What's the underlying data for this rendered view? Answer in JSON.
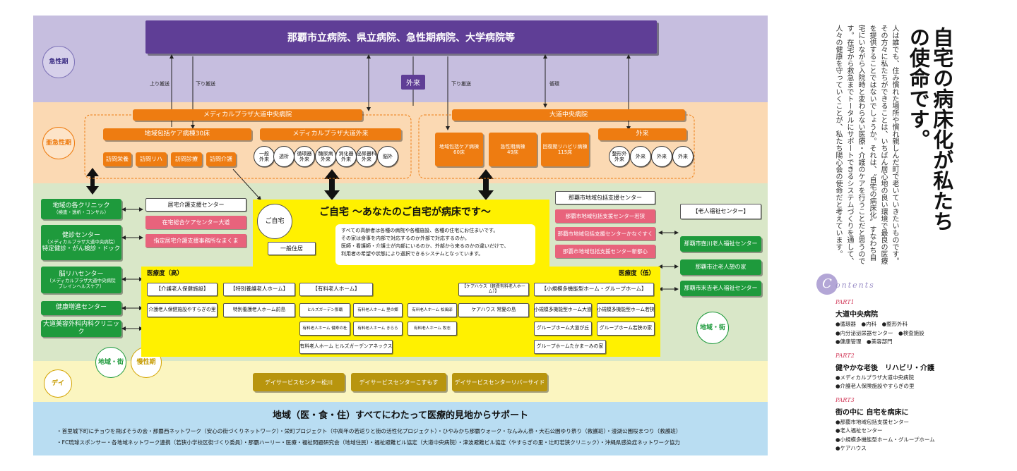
{
  "bands": {
    "acute": "急性期",
    "subacute": "亜急性期",
    "chronic": "慢性期",
    "community": "地域・街",
    "day": "デイ"
  },
  "top_banner": "那覇市立病院、県立病院、急性期病院、大学病院等",
  "outpatient_top": "外来",
  "flow_labels": {
    "up": "上り搬送",
    "down1": "下り搬送",
    "down2": "下り搬送",
    "cycle": "循環"
  },
  "medical_plaza": {
    "title": "メディカルプラザ大道中央病院",
    "ward": "地域包括ケア病棟30床",
    "outpatient": "メディカルプラザ大道外来",
    "home_services": [
      "訪問栄養",
      "訪問リハ",
      "訪問診療",
      "訪問介護"
    ],
    "clinics": [
      "一般\n外来",
      "透析",
      "循環器\n外来",
      "糖尿病\n外来",
      "消化器\n外来",
      "泌尿器科\n外来",
      "脳外"
    ]
  },
  "odo_hospital": {
    "title": "大道中央病院",
    "wards": [
      "地域包括ケア病棟\n60床",
      "急性期病棟\n49床",
      "回復期リハビリ病棟\n115床"
    ],
    "outpatient": "外来",
    "clinics": [
      "整形外\n外来",
      "外来",
      "外来",
      "外来"
    ]
  },
  "home": {
    "circle": "ご自宅",
    "title": "ご自宅 ～あなたのご自宅が病床です～",
    "general_housing": "一般住居",
    "description": "すべての高齢者は各種の病院や各種施設、各種の住宅にお住まいです。\nその家は食事を内部で対応するのか外部で対応するのか。\n医師・看護師・介護士が内部にいるのか、外部から来るのかの違いだけで、\n利用者の希望や状態により選択できるシステムとなっています。",
    "care_high": "医療度（高）",
    "care_low": "医療度（低）",
    "categories": [
      "【介護老人保健施設】",
      "【特別養護老人ホーム】",
      "【有料老人ホーム】",
      "【ケアハウス（軽費有料老人ホーム）】",
      "【小規模多機能型ホーム・グループホーム】"
    ],
    "facilities": {
      "rouken": "介護老人保健施設やすらぎの里",
      "tokuyou": "特別養護老人ホーム前島",
      "yuryo": [
        "ヒルズガーデン那覇",
        "有料老人ホーム 里の郷",
        "有料老人ホーム 松風邸",
        "有料老人ホーム 健寿の杜",
        "有料老人ホーム きらら",
        "有料老人ホーム 牧志",
        "有料老人ホーム ヒルズガーデンアネックス"
      ],
      "carehouse": "ケアハウス 常夏の島",
      "small": [
        "小規模多機能型ホーム大道",
        "小規模多機能型ホーム若狭",
        "グループホーム大道が丘",
        "グループホーム若狭の家",
        "グループホームたかまーみの家"
      ]
    }
  },
  "left_clinics": [
    {
      "main": "地域の各クリニック",
      "sub": "（検査・透析・コンサル）"
    },
    {
      "main": "健診センター",
      "sub": "（メディカルプラザ大道中央病院）",
      "main2": "特定健診・がん検診・ドック"
    },
    {
      "main": "脳リハセンター",
      "sub": "（メディカルプラザ大道中央病院\nブレインヘルスケア）"
    },
    {
      "main": "健康増進センター"
    },
    {
      "main": "大道美容外科内科クリニック"
    }
  ],
  "home_care_support": "居宅介護支援センター",
  "home_care_centers": [
    "在宅総合ケアセンター大道",
    "指定居宅介護支援事務所なまくま"
  ],
  "regional_support": {
    "title": "那覇市地域包括支援センター",
    "items": [
      "那覇市地域包括支援センター若狭",
      "那覇市地域包括支援センターかなぐすく",
      "那覇市地域包括支援センター新都心"
    ]
  },
  "elderly_welfare": {
    "title": "【老人福祉センター】",
    "items": [
      "那覇市壺川老人福祉センター",
      "那覇市辻老人憩の家",
      "那覇市末吉老人福祉センター"
    ]
  },
  "day_services": [
    "デイサービスセンター松川",
    "デイサービスセンターこすもす",
    "デイサービスセンターリバーサイド"
  ],
  "bottom": {
    "title": "地域（医・食・住）すべてにわたって医療的見地からサポート",
    "line1": "・首里城下町にチョウを飛ばそうの会・那覇西ネットワーク（安心の街づくりネットワーク）・栄町プロジェクト（中高年の若返りと街の活性化プロジェクト）・ひやみかち那覇ウォーク・なんみん祭・大石公園ゆり祭り（救護班）・漫湖公園桜まつり（救護班）",
    "line2": "・FC琉球スポンサー・各地域ネットワーク連携（若狭小学校区街づくり委員）・那覇ハーリー・医療・福祉問題研究会（地域住民）・福祉避難ビル協定（大道中央病院）・津波避難ビル協定（やすらぎの里・辻町若狭クリニック）・沖縄県感染症ネットワーク協力"
  },
  "right": {
    "heading": "自宅の病床化が私たちの使命です。",
    "body": "人は誰でも、住み慣れた場所や慣れ親しんだ町で老いていきたいものです。その方々に私たちができることは、いちばん居心地の良い環境で最良の医療を提供することではないでしょうか。それは、〝自宅の病床化〟すなわち自宅にいながら入院時と変わらない医療・介護のケアを行うことだと思うのです。在宅から救急までトータルにサポートできるシステムづくりを通して、人々の健康を守っていくことが、私たち陽心会の使命だと考えています。",
    "contents_c": "C",
    "contents_rest": "ontents",
    "parts": [
      {
        "label": "PART1",
        "title": "大道中央病院",
        "items": [
          "●循環器　●内科　●整形外科",
          "●内分泌泌尿器センター　●検査施設",
          "●健康管理　●美容部門"
        ]
      },
      {
        "label": "PART2",
        "title": "健やかな老後　リハビリ・介護",
        "items": [
          "●メディカルプラザ大道中央病院",
          "●介護老人保険施設やすらぎの里"
        ]
      },
      {
        "label": "PART3",
        "title": "街の中に 自宅を病床に",
        "items": [
          "●那覇市地域包括支援センター",
          "●老人福祉センター",
          "●小規模多機能型ホーム・グループホーム",
          "●ケアハウス"
        ]
      }
    ]
  },
  "colors": {
    "acute_band": "#c6bedf",
    "subacute_band": "#fbd9b3",
    "chronic_band": "#d9e7c8",
    "day_band": "#fbf5c0",
    "bottom_band": "#b9ddf2",
    "purple": "#5f3e96",
    "orange": "#ee7c11",
    "green": "#1e9a3c",
    "pink": "#e8637c",
    "yellow": "#fff100",
    "gold": "#b8950e"
  }
}
